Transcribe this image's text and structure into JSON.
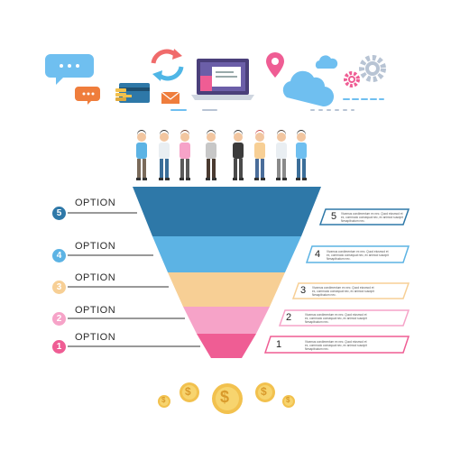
{
  "options": [
    {
      "num": "5",
      "label": "OPTION",
      "color": "#2e78a8"
    },
    {
      "num": "4",
      "label": "OPTION",
      "color": "#5cb3e4"
    },
    {
      "num": "3",
      "label": "OPTION",
      "color": "#f7cf95"
    },
    {
      "num": "2",
      "label": "OPTION",
      "color": "#f6a3c8"
    },
    {
      "num": "1",
      "label": "OPTION",
      "color": "#ef5d94"
    }
  ],
  "cards": [
    {
      "num": "5",
      "color": "#2e78a8",
      "text": "Vivamus condimentum ex nec. Quod eiusmod et ex, commodo consequat nec, ex animod suscipit Nesapibudum nec."
    },
    {
      "num": "4",
      "color": "#5cb3e4",
      "text": "Vivamus condimentum ex nec. Quod eiusmod et ex, commodo consequat nec, ex animod suscipit Nesapibudum nec."
    },
    {
      "num": "3",
      "color": "#f7cf95",
      "text": "Vivamus condimentum ex nec. Quod eiusmod et ex, commodo consequat nec, ex animod suscipit Nesapibudum nec."
    },
    {
      "num": "2",
      "color": "#f6a3c8",
      "text": "Vivamus condimentum ex nec. Quod eiusmod et ex, commodo consequat nec, ex animod suscipit Nesapibudum nec."
    },
    {
      "num": "1",
      "color": "#ef5d94",
      "text": "Vivamus condimentum ex nec. Quod eiusmod et ex, commodo consequat nec, ex animod suscipit Nesapibudum nec."
    }
  ],
  "icons": [
    "chat-bubbles-icon",
    "credit-card-icon",
    "refresh-icon",
    "envelope-icon",
    "laptop-icon",
    "location-pin-icon",
    "cloud-icon",
    "gears-icon",
    "dollar-coin-icon"
  ],
  "coin_symbol": "$"
}
